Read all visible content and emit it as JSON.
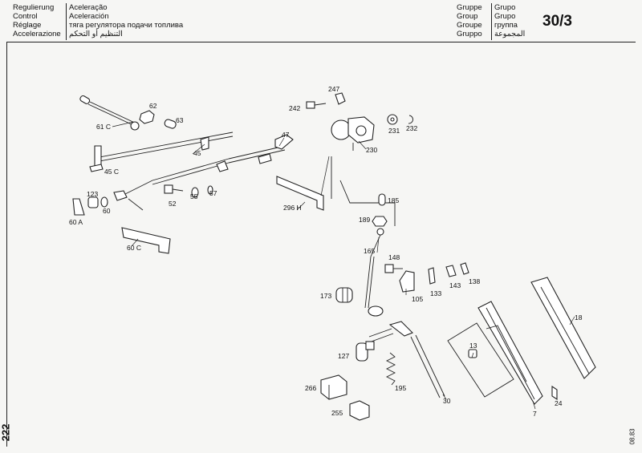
{
  "header": {
    "left_labels_a": [
      "Regulierung",
      "Control",
      "Réglage",
      "Accelerazione"
    ],
    "left_labels_b": [
      "Aceleração",
      "Aceleración",
      "тяга регулятора подачи топлива",
      "التنظيم أو التحكم"
    ],
    "right_labels_a": [
      "Gruppe",
      "Group",
      "Groupe",
      "Gruppo"
    ],
    "right_labels_b": [
      "Grupo",
      "Grupo",
      "группа",
      "المجموعة"
    ],
    "group_number": "30/3"
  },
  "page_number": "222",
  "date_code": "08.83",
  "callouts": {
    "c247": "247",
    "c242": "242",
    "c62": "62",
    "c63": "63",
    "c61c": "61 C",
    "c47": "47",
    "c45": "45",
    "c45c": "45 C",
    "c230": "230",
    "c231": "231",
    "c232": "232",
    "c123": "123",
    "c60": "60",
    "c60a": "60 A",
    "c52": "52",
    "c55": "55",
    "c57": "57",
    "c296h": "296 H",
    "c185": "185",
    "c189": "189",
    "c60c": "60 C",
    "c165": "165",
    "c148": "148",
    "c105": "105",
    "c133": "133",
    "c143": "143",
    "c138": "138",
    "c173": "173",
    "c18": "18",
    "c13": "13",
    "c127": "127",
    "c195": "195",
    "c266": "266",
    "c30": "30",
    "c7": "7",
    "c24": "24",
    "c255": "255"
  }
}
